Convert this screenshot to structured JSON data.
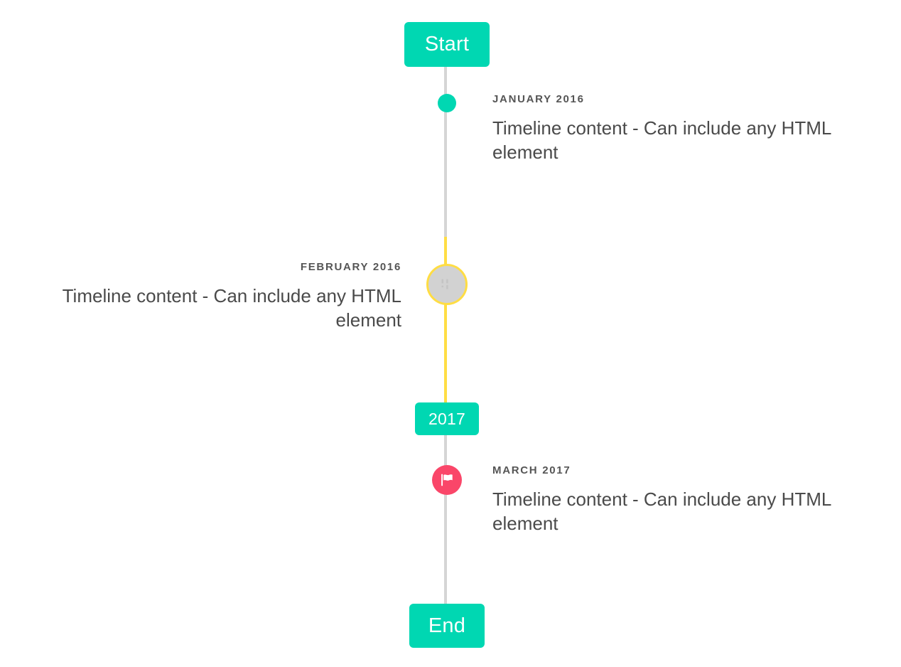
{
  "timeline": {
    "start_label": "Start",
    "end_label": "End",
    "year_divider_label": "2017",
    "colors": {
      "accent_teal": "#00d7b2",
      "rail_grey": "#d5d5d5",
      "rail_yellow": "#ffdd44",
      "marker_pink": "#fa4669",
      "marker_grey": "#d2d2d2",
      "title_text": "#555555",
      "body_text": "#4a4a4a",
      "background": "#ffffff"
    },
    "events": [
      {
        "id": "january-2016",
        "title": "JANUARY 2016",
        "body": "Timeline content - Can include any HTML element",
        "side": "right",
        "marker": "dot-teal",
        "marker_icon": ""
      },
      {
        "id": "february-2016",
        "title": "FEBRUARY 2016",
        "body": "Timeline content - Can include any HTML element",
        "side": "left",
        "marker": "ring-yellow",
        "marker_icon": "broken-image-icon"
      },
      {
        "id": "march-2017",
        "title": "MARCH 2017",
        "body": "Timeline content - Can include any HTML element",
        "side": "right",
        "marker": "circle-pink",
        "marker_icon": "flag-icon"
      }
    ]
  }
}
